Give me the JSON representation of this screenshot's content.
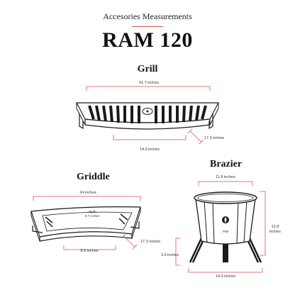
{
  "header": {
    "subtitle": "Accesories Measurements",
    "title": "RAM 120"
  },
  "grill": {
    "label": "Grill",
    "width_top": "41.7 inches",
    "width_bottom": "14.9 inches",
    "depth": "17.3 inches"
  },
  "griddle": {
    "label": "Griddle",
    "width_top": "24 inches",
    "depth_note": "depth\n0.7 inches",
    "width_bottom": "8.6 inches",
    "depth": "17.3 inches"
  },
  "brazier": {
    "label": "Brazier",
    "width_top": "11.8 inches",
    "height": "12.9\ninches",
    "leg_height": "3.9 inches",
    "width_bottom": "14.9 inches",
    "logo_text": "P09"
  },
  "colors": {
    "accent": "#d94f4f",
    "ink": "#1a1a1a"
  }
}
